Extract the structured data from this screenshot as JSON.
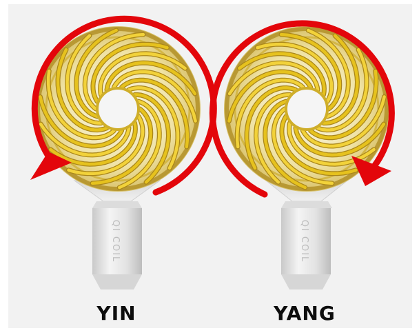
{
  "devices": [
    {
      "label": "YIN",
      "handle_text": "QI COIL",
      "rotation": "counter-clockwise"
    },
    {
      "label": "YANG",
      "handle_text": "QI COIL",
      "rotation": "clockwise"
    }
  ],
  "colors": {
    "background": "#f2f2f2",
    "gold": "#e6c21e",
    "gold_dark": "#a9861a",
    "arrow": "#e3060b",
    "handle": "#e4e4e4",
    "text": "#0d0d0d"
  }
}
